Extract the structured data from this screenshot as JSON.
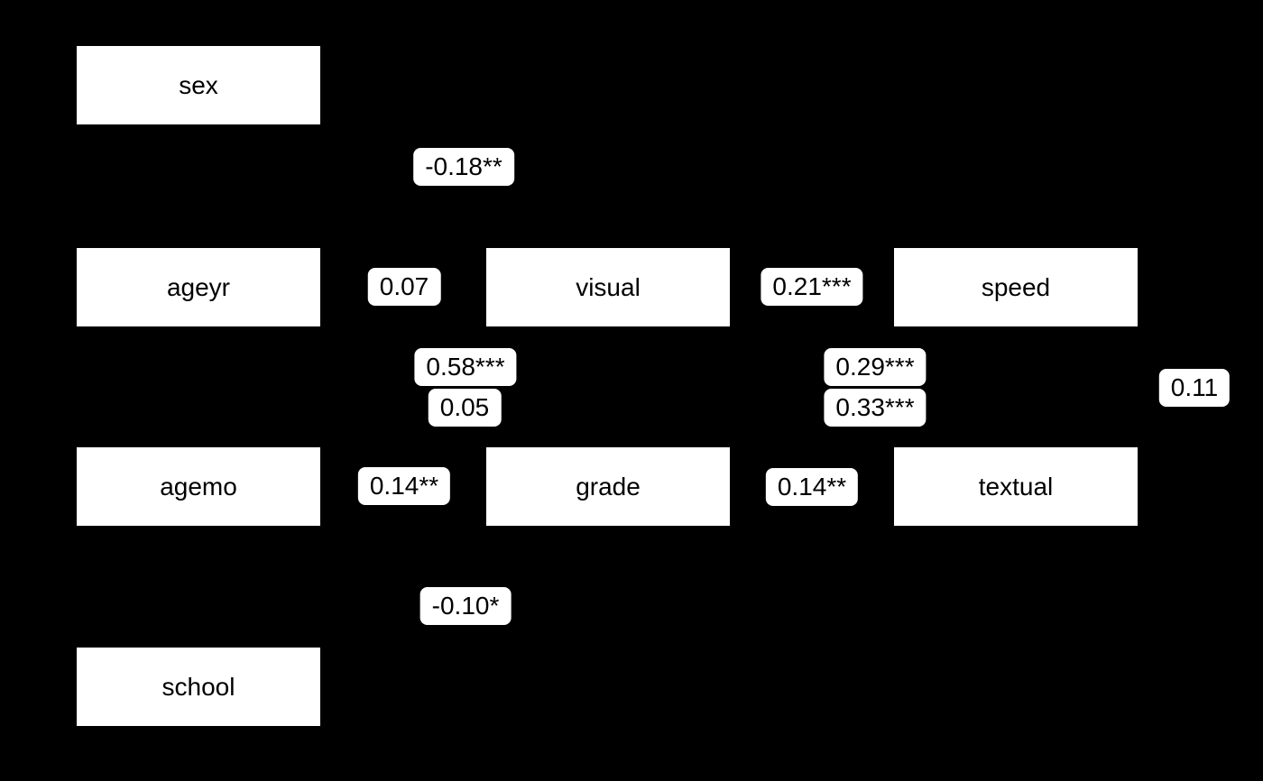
{
  "diagram": {
    "type": "sem-path-diagram",
    "background_color": "#000000",
    "node_fill_color": "#ffffff",
    "text_color": "#000000",
    "nodes": [
      {
        "label": "sex"
      },
      {
        "label": "ageyr"
      },
      {
        "label": "visual"
      },
      {
        "label": "speed"
      },
      {
        "label": "agemo"
      },
      {
        "label": "grade"
      },
      {
        "label": "textual"
      },
      {
        "label": "school"
      }
    ],
    "edge_labels": [
      {
        "text": "-0.18**"
      },
      {
        "text": "0.07"
      },
      {
        "text": "0.21***"
      },
      {
        "text": "0.58***"
      },
      {
        "text": "0.05"
      },
      {
        "text": "0.29***"
      },
      {
        "text": "0.33***"
      },
      {
        "text": "0.11"
      },
      {
        "text": "0.14**"
      },
      {
        "text": "0.14**"
      },
      {
        "text": "-0.10*"
      }
    ]
  }
}
